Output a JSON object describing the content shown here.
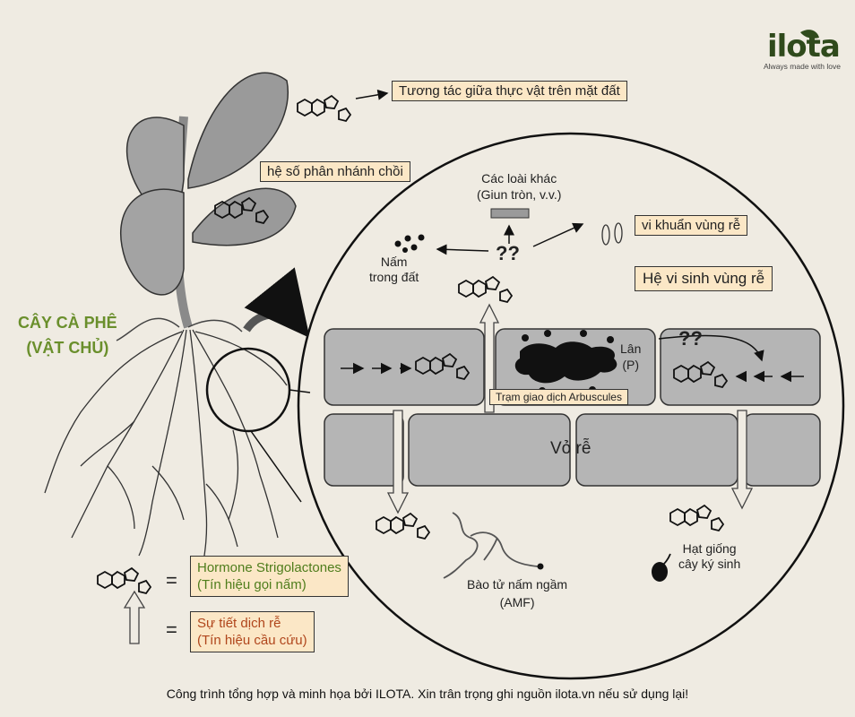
{
  "brand": {
    "name": "ilota",
    "tagline": "Always made with love"
  },
  "host_label": {
    "line1": "CÂY CÀ PHÊ",
    "line2": "(VẬT CHỦ)"
  },
  "labels": {
    "above_ground": "Tương tác giữa thực vật trên mặt đất",
    "branching": "hệ số phân nhánh chồi",
    "other_species_line1": "Các loài khác",
    "other_species_line2": "(Giun tròn, v.v.)",
    "rhizo_bacteria": "vi khuẩn vùng rễ",
    "soil_fungi_line1": "Nấm",
    "soil_fungi_line2": "trong đất",
    "question_marks": "??",
    "microbiome": "Hệ vi sinh vùng rễ",
    "phosphorus_line1": "Lân",
    "phosphorus_line2": "(P)",
    "arbuscules": "Trạm giao dịch Arbuscules",
    "root_cortex": "Vỏ rễ",
    "amf_line1": "Bào tử nấm ngầm",
    "amf_line2": "(AMF)",
    "parasite_line1": "Hạt giống",
    "parasite_line2": "cây ký sinh"
  },
  "legend": {
    "equals": "=",
    "strigolactone_line1": "Hormone Strigolactones",
    "strigolactone_line2": "(Tín hiệu gọi nấm)",
    "exudate_line1": "Sự tiết dịch rễ",
    "exudate_line2": "(Tín hiệu cầu cứu)"
  },
  "colors": {
    "brand_green": "#2f4a1c",
    "host_green": "#6a8f2c",
    "legend_green": "#4f7d1c",
    "legend_red": "#b0461c",
    "box_fill": "#fbe7c6",
    "leaf_gray": "#9a9a9a",
    "cell_gray": "#b5b5b5"
  },
  "footer": "Công trình tổng hợp và minh họa bởi ILOTA. Xin trân trọng ghi nguồn ilota.vn nếu sử dụng lại!"
}
